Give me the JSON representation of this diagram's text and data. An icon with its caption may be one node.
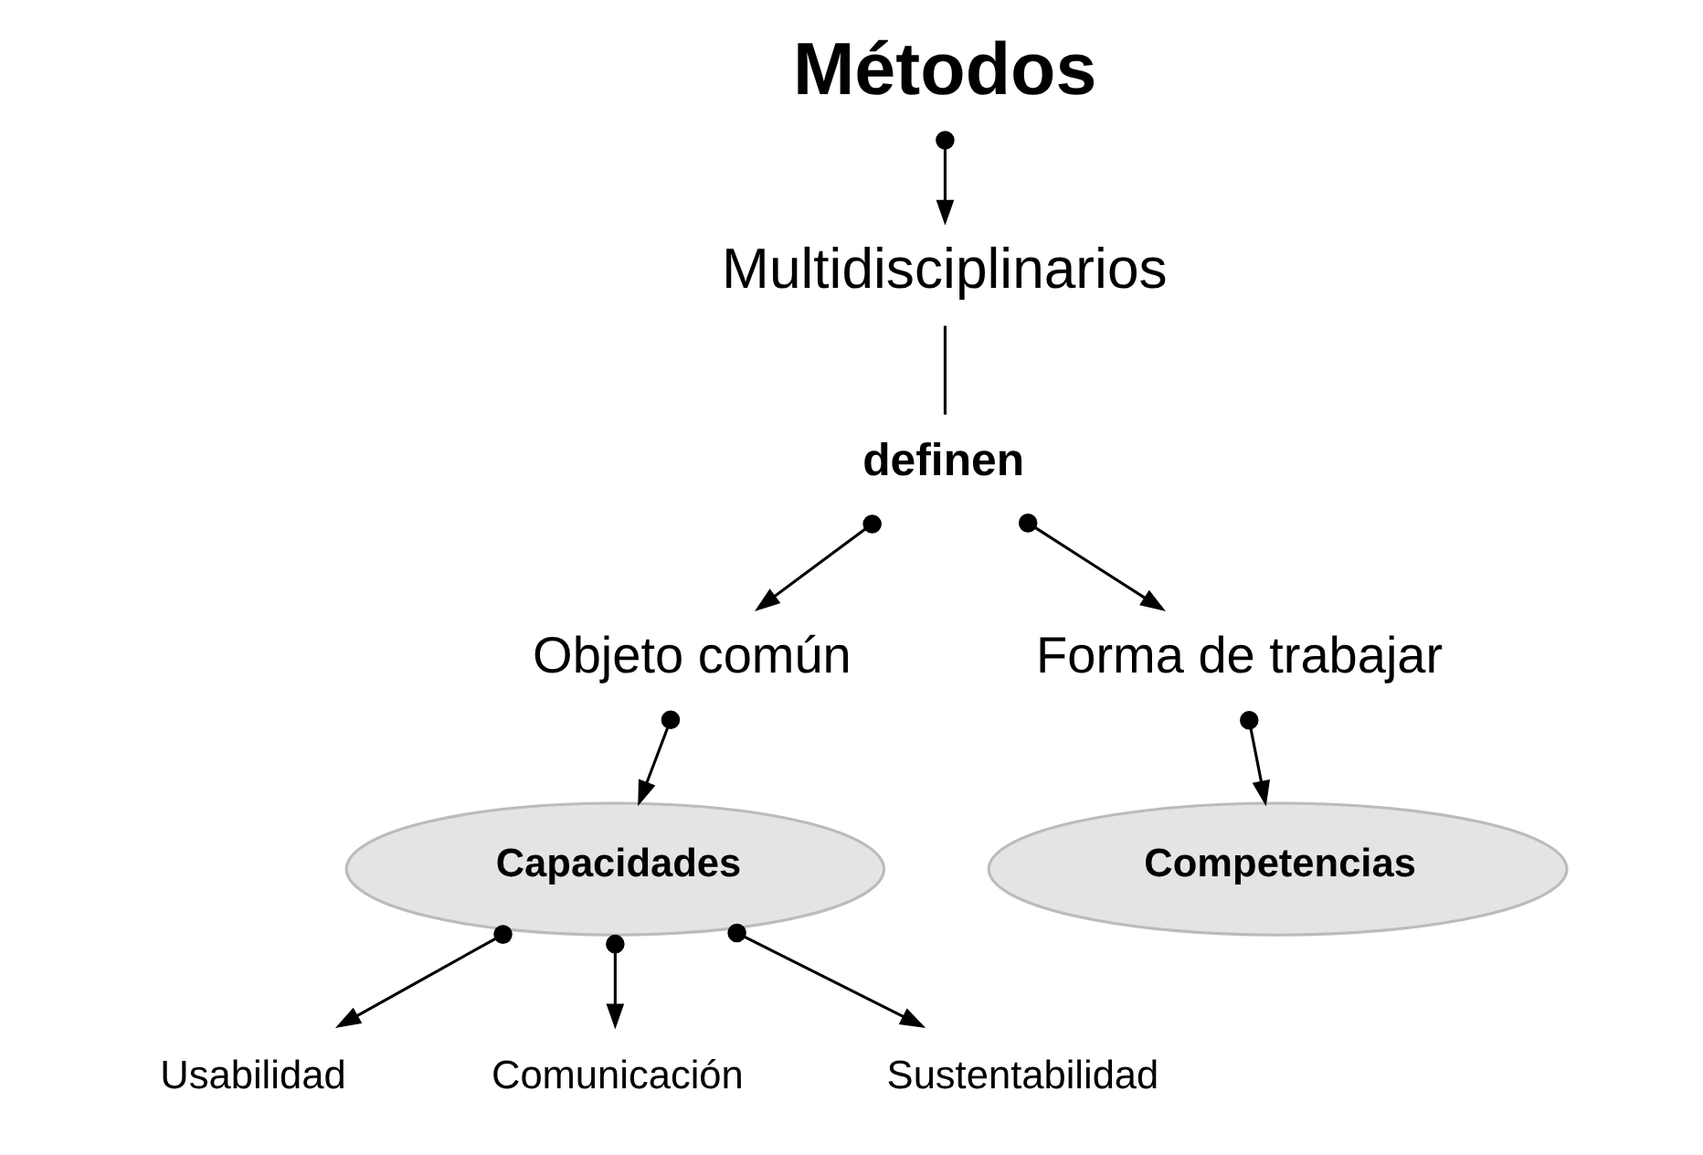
{
  "diagram": {
    "nodes": [
      {
        "text": [
          "Métodos"
        ]
      },
      {
        "text": [
          "Multidisciplinarios"
        ]
      },
      {
        "text": [
          "definen"
        ]
      },
      {
        "text": [
          "Objeto común"
        ]
      },
      {
        "text": [
          "Forma de trabajar"
        ]
      },
      {
        "text": [
          "Capacidades"
        ]
      },
      {
        "text": [
          "Competencias"
        ]
      },
      {
        "text": [
          "Usabilidad"
        ]
      },
      {
        "text": [
          "Comunicación"
        ]
      },
      {
        "text": [
          "Sustentabilidad"
        ]
      }
    ],
    "edges": [
      {
        "from": 0,
        "to": 1,
        "arrow": "to"
      },
      {
        "from": 1,
        "to": 2,
        "arrow": "none"
      },
      {
        "from": 2,
        "to": 3,
        "arrow": "to"
      },
      {
        "from": 2,
        "to": 4,
        "arrow": "to"
      },
      {
        "from": 3,
        "to": 5,
        "arrow": "to"
      },
      {
        "from": 4,
        "to": 6,
        "arrow": "to"
      },
      {
        "from": 5,
        "to": 7,
        "arrow": "to"
      },
      {
        "from": 5,
        "to": 8,
        "arrow": "to"
      },
      {
        "from": 5,
        "to": 9,
        "arrow": "to"
      }
    ]
  }
}
